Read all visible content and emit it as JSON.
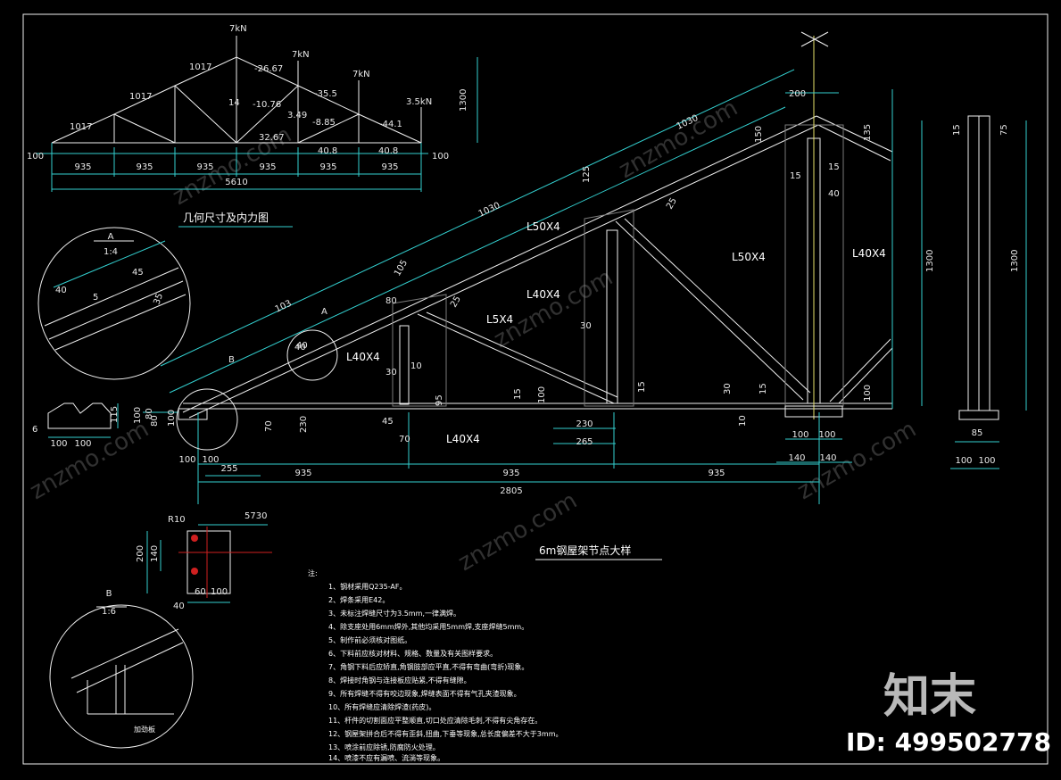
{
  "overview": {
    "title": "几何尺寸及内力图",
    "loads": [
      "7kN",
      "7kN",
      "7kN",
      "3.5kN"
    ],
    "top_lengths": [
      "1017",
      "1017",
      "1017"
    ],
    "members": [
      "-26.67",
      "-10.76",
      "14",
      "-35.5",
      "3.49",
      "-8.85",
      "-44.1",
      "32.67",
      "40.8",
      "40.8"
    ],
    "bays": [
      "935",
      "935",
      "935",
      "935",
      "935",
      "935"
    ],
    "end_dims": [
      "100",
      "100"
    ],
    "total": "5610",
    "height": "1300"
  },
  "main": {
    "title": "6m钢屋架节点大样",
    "sections": [
      "L50X4",
      "L40X4",
      "L50X4",
      "L5X4",
      "L40X4",
      "L40X4",
      "L40X4"
    ],
    "dims_top": [
      "1030",
      "1030",
      "103",
      "200",
      "150",
      "135",
      "15",
      "40",
      "15"
    ],
    "dims_mid": [
      "125",
      "105",
      "80",
      "25",
      "40",
      "30",
      "10",
      "30",
      "95",
      "15",
      "100",
      "15",
      "30",
      "15",
      "10",
      "100",
      "25"
    ],
    "dims_bot": [
      "45",
      "70",
      "230",
      "265",
      "100",
      "100",
      "140",
      "140",
      "255",
      "935",
      "935",
      "935",
      "2805",
      "100",
      "100",
      "80",
      "100",
      "70",
      "230"
    ],
    "dims_left": [
      "100",
      "80"
    ],
    "height_right": "1300",
    "section_dims": [
      "15",
      "75",
      "1300",
      "85",
      "100",
      "100"
    ]
  },
  "detail_a": {
    "label": "A",
    "scale": "1:4",
    "dims": [
      "40",
      "45",
      "5",
      "35",
      "40"
    ]
  },
  "detail_b": {
    "label": "B",
    "scale": "1:6",
    "note": "加劲板"
  },
  "plate": {
    "radius": "R10",
    "dims": [
      "5730",
      "200",
      "140",
      "60",
      "100",
      "40"
    ]
  },
  "foot": {
    "dims": [
      "115",
      "6",
      "100",
      "100"
    ]
  },
  "notes": {
    "title": "注:",
    "items": [
      "1、钢材采用Q235-AF。",
      "2、焊条采用E42。",
      "3、未标注焊缝尺寸为3.5mm,一律满焊。",
      "4、除支座处用6mm焊外,其他均采用5mm焊,支座焊缝5mm。",
      "5、制作前必须核对图纸。",
      "6、下料前应核对材料、规格、数量及有关图样要求。",
      "7、角钢下料后应矫直,角钢肢部应平直,不得有弯曲(弯折)现象。",
      "8、焊接时角钢与连接板应贴紧,不得有缝隙。",
      "9、所有焊缝不得有咬边现象,焊缝表面不得有气孔夹渣现象。",
      "10、所有焊缝应清除焊渣(药皮)。",
      "11、杆件的切割面应平整顺直,切口处应清除毛刺,不得有尖角存在。",
      "12、钢屋架拼合后不得有歪斜,扭曲,下垂等现象,总长度偏差不大于3mm。",
      "13、喷涂前应除锈,防腐防火处理。",
      "14、喷漆不应有漏喷、流淌等现象。"
    ]
  },
  "watermark": {
    "text": "znzmo.com",
    "brand": "知末",
    "id": "ID: 499502778"
  },
  "colors": {
    "background": "#000000",
    "dimension": "#33d0d0",
    "steel": "#f0f0f0",
    "axis": "#e6e26a"
  }
}
